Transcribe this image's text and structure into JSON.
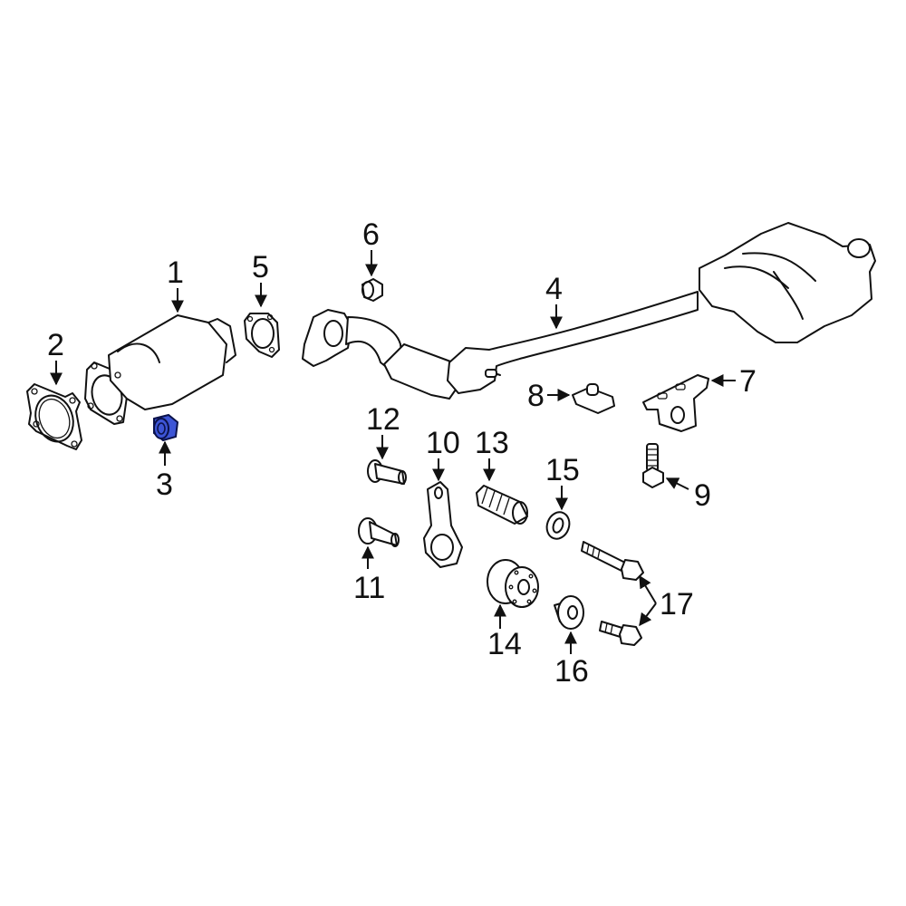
{
  "diagram": {
    "type": "exploded-parts-diagram",
    "subject": "Exhaust system",
    "highlight_color": "#3d55d6",
    "highlighted_part": "3",
    "callouts": [
      {
        "id": "1",
        "label": "1",
        "part": "catalytic-converter"
      },
      {
        "id": "2",
        "label": "2",
        "part": "gasket"
      },
      {
        "id": "3",
        "label": "3",
        "part": "nut",
        "highlighted": true
      },
      {
        "id": "4",
        "label": "4",
        "part": "exhaust-pipe-and-muffler"
      },
      {
        "id": "5",
        "label": "5",
        "part": "gasket"
      },
      {
        "id": "6",
        "label": "6",
        "part": "nut"
      },
      {
        "id": "7",
        "label": "7",
        "part": "hanger-bracket"
      },
      {
        "id": "8",
        "label": "8",
        "part": "clip-nut"
      },
      {
        "id": "9",
        "label": "9",
        "part": "bolt"
      },
      {
        "id": "10",
        "label": "10",
        "part": "hanger-strap"
      },
      {
        "id": "11",
        "label": "11",
        "part": "stud"
      },
      {
        "id": "12",
        "label": "12",
        "part": "stud"
      },
      {
        "id": "13",
        "label": "13",
        "part": "bushing"
      },
      {
        "id": "14",
        "label": "14",
        "part": "insulator"
      },
      {
        "id": "15",
        "label": "15",
        "part": "washer"
      },
      {
        "id": "16",
        "label": "16",
        "part": "stud"
      },
      {
        "id": "17",
        "label": "17",
        "part": "bolt"
      }
    ]
  }
}
